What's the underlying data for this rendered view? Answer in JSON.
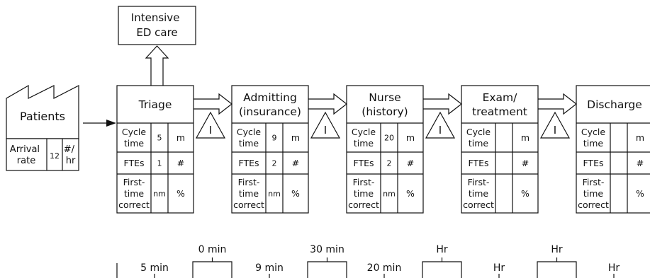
{
  "supplier": {
    "title": "Intensive\nED care"
  },
  "customer": {
    "title": "Patients",
    "rate_label": "Arrival\nrate",
    "rate_value": "12",
    "rate_unit": "#/\nhr"
  },
  "metric_labels": {
    "cycle": "Cycle\ntime",
    "ftes": "FTEs",
    "ftc": "First-\ntime\ncorrect"
  },
  "steps": [
    {
      "title": "Triage",
      "cycle": "5",
      "cycle_unit": "m",
      "ftes": "1",
      "ftes_unit": "#",
      "ftc": "nm",
      "ftc_unit": "%"
    },
    {
      "title": "Admitting\n(insurance)",
      "cycle": "9",
      "cycle_unit": "m",
      "ftes": "2",
      "ftes_unit": "#",
      "ftc": "nm",
      "ftc_unit": "%"
    },
    {
      "title": "Nurse\n(history)",
      "cycle": "20",
      "cycle_unit": "m",
      "ftes": "2",
      "ftes_unit": "#",
      "ftc": "nm",
      "ftc_unit": "%"
    },
    {
      "title": "Exam/\ntreatment",
      "cycle": "",
      "cycle_unit": "m",
      "ftes": "",
      "ftes_unit": "#",
      "ftc": "",
      "ftc_unit": "%"
    },
    {
      "title": "Discharge",
      "cycle": "",
      "cycle_unit": "m",
      "ftes": "",
      "ftes_unit": "#",
      "ftc": "",
      "ftc_unit": "%"
    }
  ],
  "inventory_label": "I",
  "timeline": {
    "process_times": [
      "5 min",
      "9 min",
      "20 min",
      "Hr",
      "Hr"
    ],
    "wait_times": [
      "0 min",
      "30 min",
      "Hr",
      "Hr"
    ]
  }
}
